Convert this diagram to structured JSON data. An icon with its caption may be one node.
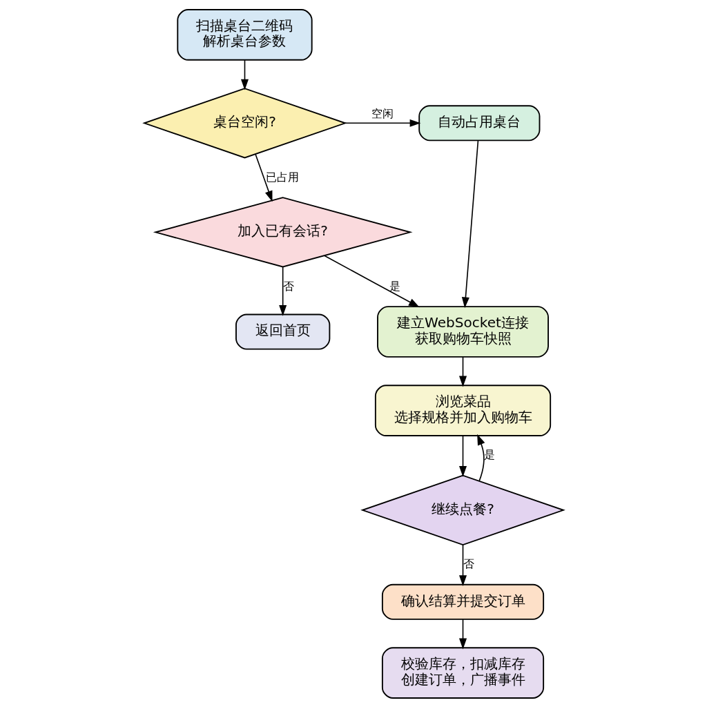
{
  "diagram": {
    "nodes": [
      {
        "text": [
          "扫描桌台二维码",
          "解析桌台参数"
        ]
      },
      {
        "text": [
          "桌台空闲?"
        ]
      },
      {
        "text": [
          "自动占用桌台"
        ]
      },
      {
        "text": [
          "加入已有会话?"
        ]
      },
      {
        "text": [
          "返回首页"
        ]
      },
      {
        "text": [
          "建立WebSocket连接",
          "获取购物车快照"
        ]
      },
      {
        "text": [
          "浏览菜品",
          "选择规格并加入购物车"
        ]
      },
      {
        "text": [
          "继续点餐?"
        ]
      },
      {
        "text": [
          "确认结算并提交订单"
        ]
      },
      {
        "text": [
          "校验库存，扣减库存",
          "创建订单，广播事件"
        ]
      }
    ],
    "edges": [
      {
        "from": 0,
        "to": 1,
        "arrow": "to"
      },
      {
        "from": 1,
        "to": 3,
        "arrow": "to",
        "label": "已占用"
      },
      {
        "from": 1,
        "to": 2,
        "arrow": "to",
        "label": "空闲"
      },
      {
        "from": 3,
        "to": 5,
        "arrow": "to",
        "label": "是"
      },
      {
        "from": 3,
        "to": 4,
        "arrow": "to",
        "label": "否"
      },
      {
        "from": 2,
        "to": 5,
        "arrow": "to"
      },
      {
        "from": 5,
        "to": 6,
        "arrow": "to"
      },
      {
        "from": 6,
        "to": 7,
        "arrow": "to"
      },
      {
        "from": 7,
        "to": 6,
        "arrow": "to",
        "label": "是"
      },
      {
        "from": 7,
        "to": 8,
        "arrow": "to",
        "label": "否"
      },
      {
        "from": 8,
        "to": 9,
        "arrow": "to"
      }
    ]
  }
}
